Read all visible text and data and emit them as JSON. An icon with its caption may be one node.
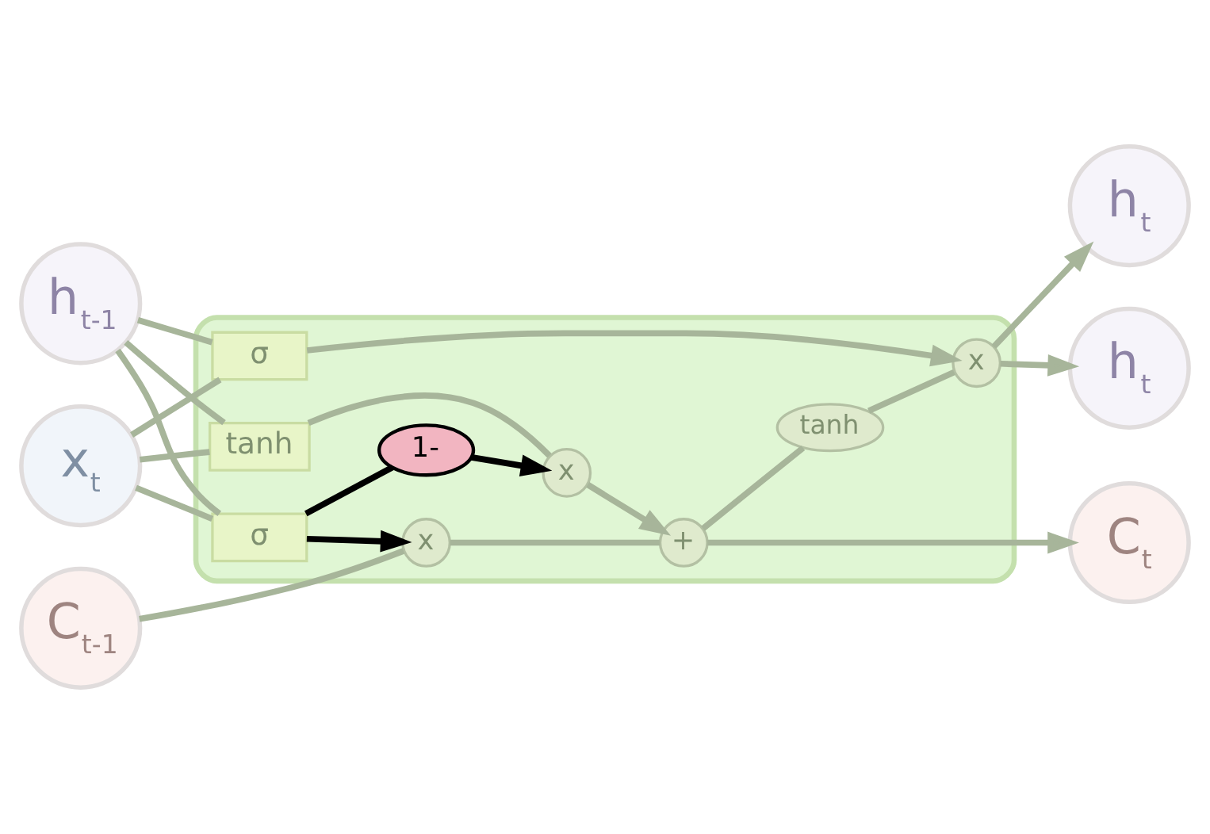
{
  "diagram": {
    "nodes": [
      {
        "text": [
          "h$_{t}$"
        ]
      },
      {
        "text": [
          "C$_{t-1}$"
        ]
      },
      {
        "text": [],
        "shape": "box"
      },
      {
        "text": [
          "x"
        ],
        "in": 2
      },
      {
        "text": [
          "+"
        ],
        "in": 2
      },
      {
        "text": [
          "C$_{t}$"
        ]
      },
      {
        "text": [
          "tanh"
        ],
        "in": 2
      },
      {
        "text": [
          "1-"
        ],
        "in": 2
      },
      {
        "text": [
          "x"
        ],
        "in": 2
      },
      {
        "text": [
          "x"
        ],
        "in": 2
      },
      {
        "text": [
          "σ"
        ],
        "in": 2
      },
      {
        "text": [
          "tanh"
        ],
        "in": 2
      },
      {
        "text": [
          "σ"
        ],
        "in": 2
      },
      {
        "text": [
          "h$_{t-1}$"
        ]
      },
      {
        "text": [
          "h$_{t}$"
        ]
      },
      {
        "text": [
          "x$_{t}$"
        ]
      }
    ],
    "edges": [
      {
        "from": 1,
        "to": 3,
        "arrow": "none"
      },
      {
        "from": 3,
        "to": 4,
        "arrow": "none"
      },
      {
        "from": 4,
        "to": 5,
        "arrow": "to"
      },
      {
        "from": 4,
        "to": 6,
        "arrow": "none"
      },
      {
        "from": 10,
        "to": 3,
        "arrow": "to",
        "color": "#000000"
      },
      {
        "from": 10,
        "to": 7,
        "arrow": "none",
        "color": "#000000"
      },
      {
        "from": 7,
        "to": 8,
        "arrow": "to",
        "color": "#000000"
      },
      {
        "from": 11,
        "to": 8,
        "arrow": "none"
      },
      {
        "from": 8,
        "to": 4,
        "arrow": "to"
      },
      {
        "from": 6,
        "to": 9,
        "arrow": "none"
      },
      {
        "from": 12,
        "to": 9,
        "arrow": "to"
      },
      {
        "from": 9,
        "to": 0,
        "arrow": "to"
      },
      {
        "from": 9,
        "to": 14,
        "arrow": "to"
      },
      {
        "from": 13,
        "to": 10,
        "arrow": "none"
      },
      {
        "from": 13,
        "to": 11,
        "arrow": "none"
      },
      {
        "from": 13,
        "to": 12,
        "arrow": "none"
      },
      {
        "from": 15,
        "to": 10,
        "arrow": "none"
      },
      {
        "from": 15,
        "to": 11,
        "arrow": "none"
      },
      {
        "from": 15,
        "to": 12,
        "arrow": "none"
      }
    ]
  }
}
